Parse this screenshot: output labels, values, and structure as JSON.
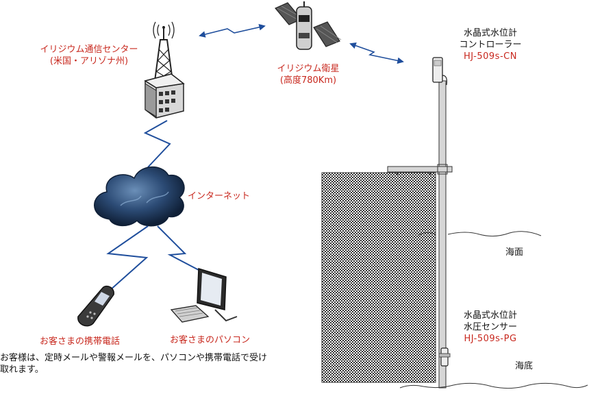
{
  "labels": {
    "center_line1": "イリジウム通信センター",
    "center_line2": "(米国・アリゾナ州)",
    "satellite_line1": "イリジウム衛星",
    "satellite_line2": "(高度780Km)",
    "controller_line1": "水晶式水位計",
    "controller_line2": "コントローラー",
    "controller_model": "HJ-509s-CN",
    "internet": "インターネット",
    "sea_surface": "海面",
    "sensor_line1": "水晶式水位計",
    "sensor_line2": "水圧センサー",
    "sensor_model": "HJ-509s-PG",
    "sea_bottom": "海底",
    "customer_phone": "お客さまの携帯電話",
    "customer_pc": "お客さまのパソコン",
    "note_line1": "お客様は、定時メールや警報メールを、パソコンや携帯電話で受け",
    "note_line2": "取れます。"
  },
  "colors": {
    "label_red": "#c8281e",
    "link_blue": "#1f4e9c",
    "cloud": "#1e3a5f"
  }
}
